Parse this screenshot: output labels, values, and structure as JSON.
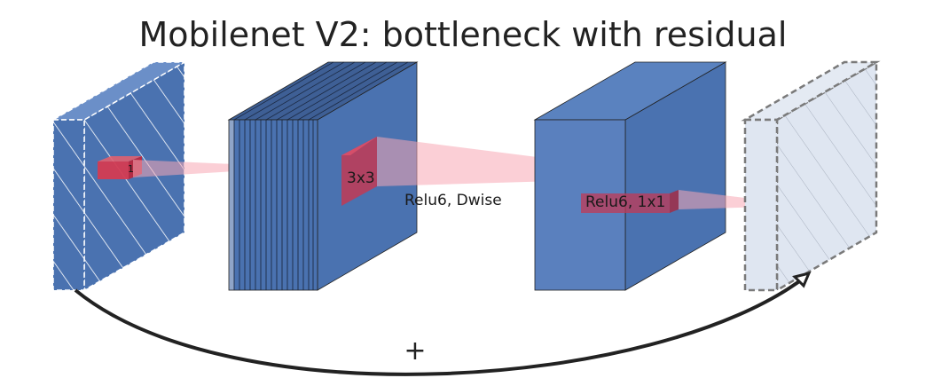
{
  "title": "Mobilenet V2: bottleneck with residual",
  "labels": {
    "input_kernel": "1",
    "dwise_kernel": "3x3",
    "dwise_op": "Relu6, Dwise",
    "pointwise_op": "Relu6, 1x1",
    "residual_op": "+"
  },
  "colors": {
    "block_front": "#4a72b0",
    "block_top": "#6b8fc8",
    "block_side": "#3d63a3",
    "output_block": "#dfe6f1",
    "kernel_red": "#d33b52",
    "projection_pink": "#f7a8b4",
    "arrow": "#222222"
  }
}
